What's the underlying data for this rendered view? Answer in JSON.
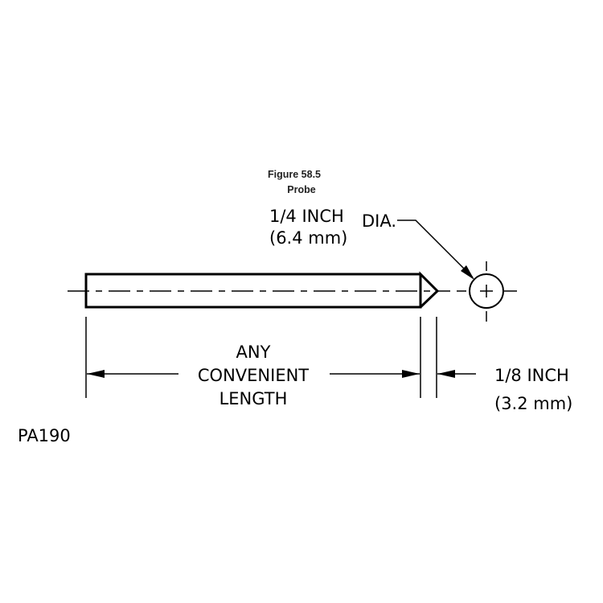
{
  "caption": {
    "figure": "Figure 58.5",
    "title": "Probe"
  },
  "diameter": {
    "inch": "1/4 INCH",
    "mm": "(6.4 mm)",
    "suffix": "DIA."
  },
  "length": {
    "line1": "ANY",
    "line2": "CONVENIENT",
    "line3": "LENGTH"
  },
  "tip": {
    "inch": "1/8 INCH",
    "mm": "(3.2 mm)"
  },
  "drawing_id": "PA190"
}
